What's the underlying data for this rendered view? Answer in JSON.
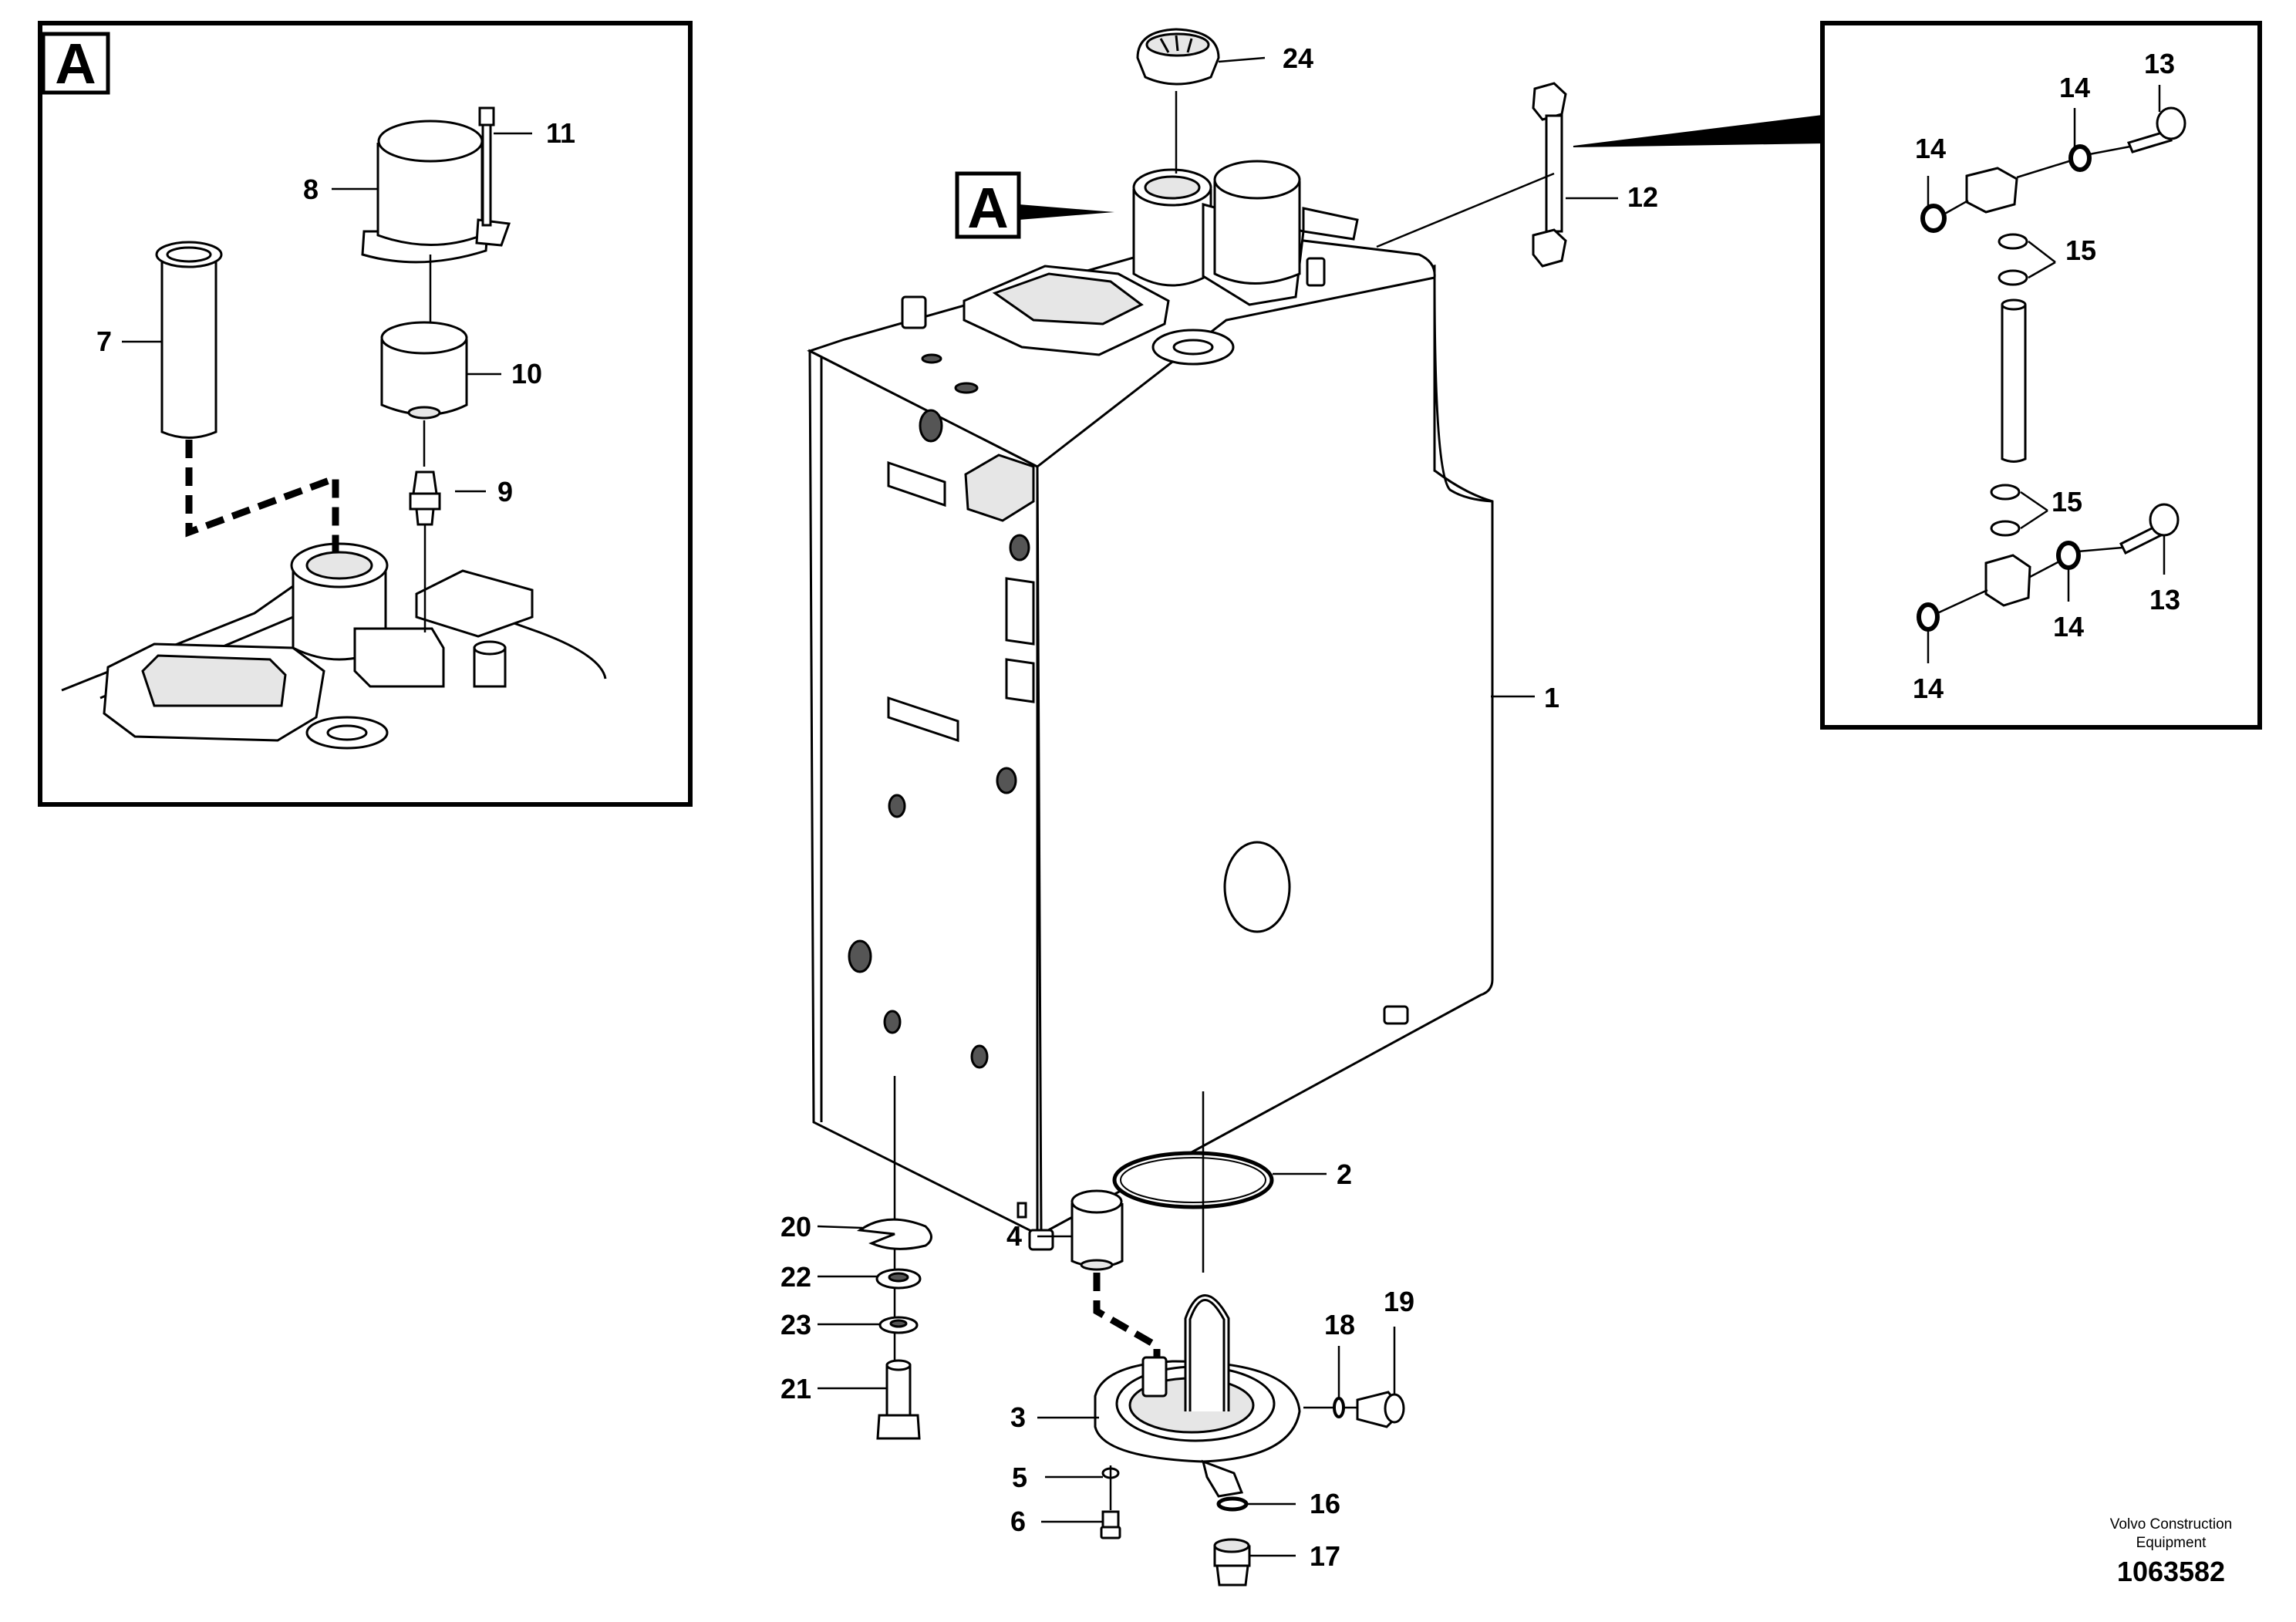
{
  "detail_view": {
    "label": "A"
  },
  "view_marker": {
    "label": "A"
  },
  "callouts": {
    "c1": "1",
    "c2": "2",
    "c3": "3",
    "c4": "4",
    "c5": "5",
    "c6": "6",
    "c7": "7",
    "c8": "8",
    "c9": "9",
    "c10": "10",
    "c11": "11",
    "c12": "12",
    "c13_top": "13",
    "c13_bottom": "13",
    "c14_a": "14",
    "c14_b": "14",
    "c14_c": "14",
    "c14_d": "14",
    "c15_top": "15",
    "c15_bottom": "15",
    "c16": "16",
    "c17": "17",
    "c18": "18",
    "c19": "19",
    "c20": "20",
    "c21": "21",
    "c22": "22",
    "c23": "23",
    "c24": "24"
  },
  "credit": {
    "line1": "Volvo Construction",
    "line2": "Equipment"
  },
  "document_number": "1063582"
}
